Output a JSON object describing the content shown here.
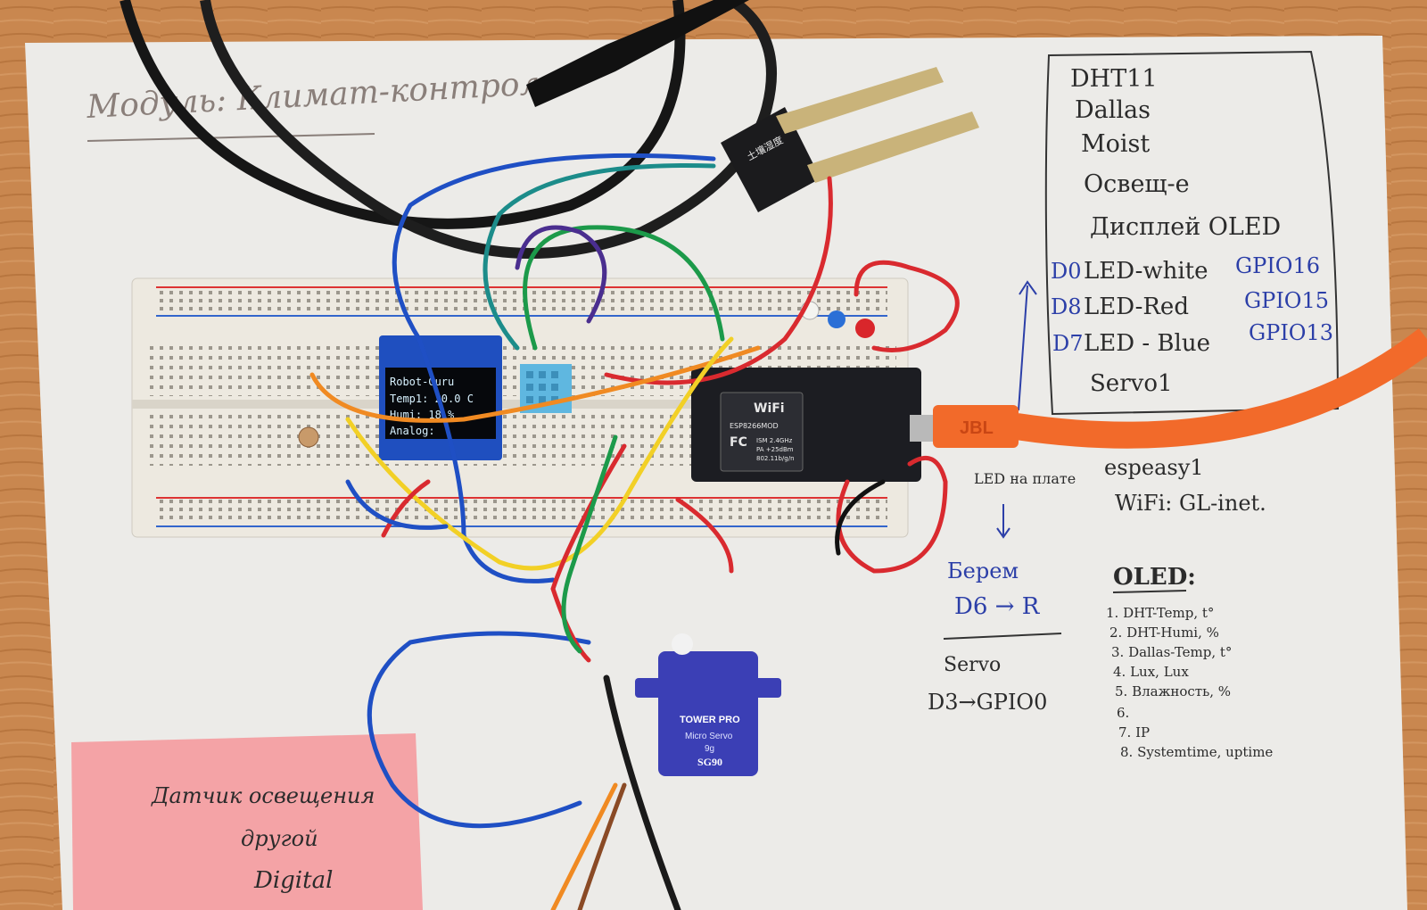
{
  "colors": {
    "table": "#c9874f",
    "paper": "#ecebe8",
    "sticky": "#f4a3a6",
    "breadboard": "#ede9e0",
    "pcb": "#1c1d22",
    "usb_cable": "#f26a2a",
    "servo": "#3b3fb5"
  },
  "paper": {
    "title": "Модуль: Климат-контроль",
    "list": [
      "DHT11",
      "Dallas",
      "Moist",
      "Освещ-е",
      "Дисплей OLED"
    ],
    "led_lines": [
      {
        "pin": "D0",
        "name": "LED-white",
        "gpio": "GPIO16"
      },
      {
        "pin": "D8",
        "name": "LED-Red",
        "gpio": "GPIO15"
      },
      {
        "pin": "D7",
        "name": "LED - Blue",
        "gpio": "GPIO13"
      }
    ],
    "servo_item": "Servo1",
    "espeasy": "espeasy1",
    "wifi": "WiFi: GL-inet.",
    "led_note": "LED на плате",
    "take_note": "Берем",
    "take_map": "D6 → R",
    "servo_label": "Servo",
    "servo_map": "D3→GPIO0",
    "oled_heading": "OLED:",
    "oled_items": [
      "1. DHT-Temp, t°",
      "2. DHT-Humi, %",
      "3. Dallas-Temp, t°",
      "4. Lux, Lux",
      "5. Влажность, %",
      "6.",
      "7. IP",
      "8. Systemtime, uptime"
    ]
  },
  "sticky_note": [
    "Датчик освещения",
    "другой",
    "Digital"
  ],
  "oled_screen": [
    "Robot-Guru",
    "Temp1: 20.0 C",
    "Humi: 18 %",
    "Analog:"
  ],
  "board": {
    "wifi": "WiFi",
    "module": "ESP8266MOD",
    "fc": "FC",
    "spec": [
      "ISM 2.4GHz",
      "PA +25dBm",
      "802.11b/g/n"
    ]
  },
  "usb_brand": "JBL",
  "servo": {
    "brand": "TOWER PRO",
    "model": "Micro Servo",
    "weight": "9g",
    "code": "SG90"
  },
  "moisture_sensor": "土壤湿度"
}
